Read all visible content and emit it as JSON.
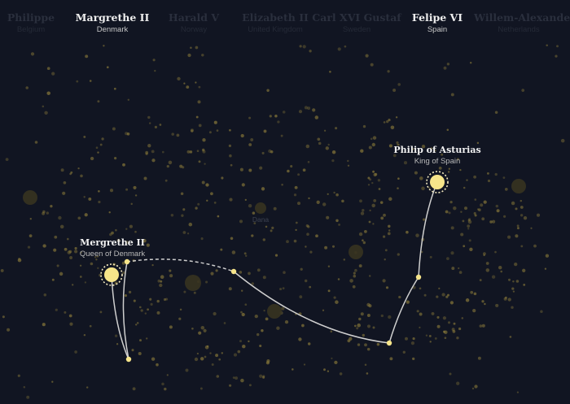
{
  "monarchs": [
    {
      "name": "Philippe",
      "country": "Belgium",
      "active": false
    },
    {
      "name": "Margrethe II",
      "country": "Denmark",
      "active": true
    },
    {
      "name": "Harald V",
      "country": "Norway",
      "active": false
    },
    {
      "name": "Elizabeth II",
      "country": "United Kingdom",
      "active": false
    },
    {
      "name": "Carl XVI Gustaf",
      "country": "Sweden",
      "active": false
    },
    {
      "name": "Felipe VI",
      "country": "Spain",
      "active": true
    },
    {
      "name": "Willem-Alexander",
      "country": "Netherlands",
      "active": false
    }
  ],
  "labels": {
    "left": {
      "name": "Mergrethe II",
      "subtitle": "Queen of Denmark"
    },
    "right": {
      "name": "Philip of Asturias",
      "subtitle": "King of Spain"
    }
  },
  "center_label": "Dana",
  "colors": {
    "background": "#111522",
    "star_dim": "#8a7a3a",
    "star_bright": "#f6e58a",
    "path": "#cfcfcf"
  }
}
